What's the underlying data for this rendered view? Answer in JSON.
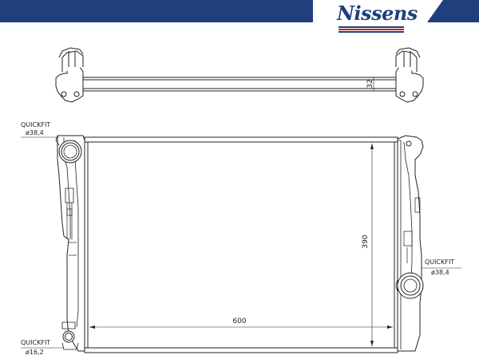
{
  "brand": {
    "name": "Nissens",
    "primary_color": "#1f3f7d",
    "accent_color": "#c8201f"
  },
  "dimensions": {
    "top_view_thickness": "32",
    "height": "390",
    "width": "600"
  },
  "connections": {
    "inlet": {
      "type": "QUICKFIT",
      "diameter": "ø38,4"
    },
    "outlet": {
      "type": "QUICKFIT",
      "diameter": "ø38,4"
    },
    "drain": {
      "type": "QUICKFIT",
      "diameter": "ø16,2"
    }
  }
}
